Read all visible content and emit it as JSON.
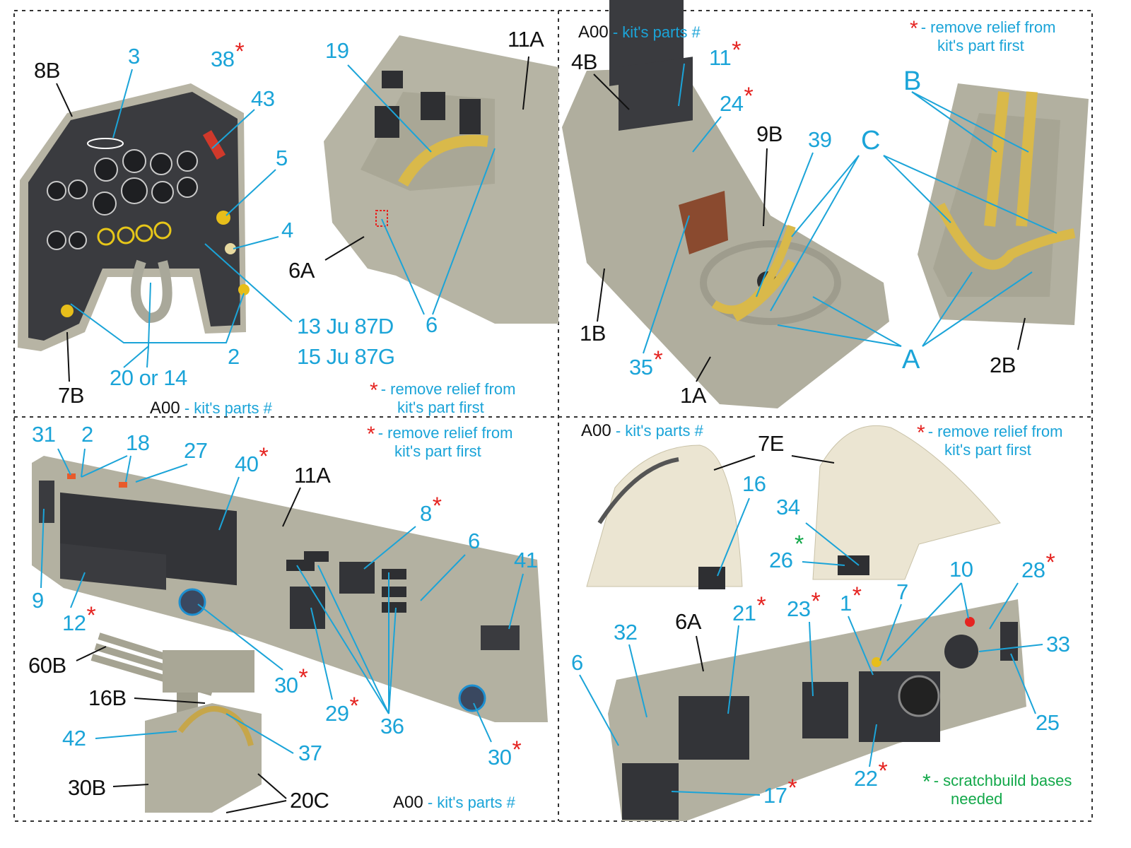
{
  "common": {
    "star": "*",
    "kit_parts_code": "A00",
    "kit_parts_text": " - kit's parts #",
    "remove_relief_1": "- remove relief from",
    "remove_relief_2": "kit's part first",
    "scratchbuild_1": "- scratchbuild bases",
    "scratchbuild_2": "needed"
  },
  "colors": {
    "label_blue": "#1ba4d8",
    "kit_part_black": "#111111",
    "remove_relief_red": "#e52421",
    "scratchbuild_green": "#13a84a"
  },
  "q1": {
    "p8B": "8B",
    "p3": "3",
    "p38": "38",
    "p43": "43",
    "p5": "5",
    "p4": "4",
    "ju87d": "13 Ju 87D",
    "ju87g": "15 Ju 87G",
    "p2": "2",
    "p20or14": "20 or 14",
    "p7B": "7B",
    "p19": "19",
    "p11A": "11A",
    "p6A": "6A",
    "p6": "6"
  },
  "q2": {
    "p4B": "4B",
    "p11": "11",
    "p24": "24",
    "p9B": "9B",
    "p39": "39",
    "C": "C",
    "B": "B",
    "p1B": "1B",
    "p35": "35",
    "p1A": "1A",
    "A": "A",
    "p2B": "2B"
  },
  "q3": {
    "p31": "31",
    "p2": "2",
    "p18": "18",
    "p27": "27",
    "p40": "40",
    "p11A": "11A",
    "p8": "8",
    "p6": "6",
    "p41": "41",
    "p9": "9",
    "p12": "12",
    "p60B": "60B",
    "p16B": "16B",
    "p30a": "30",
    "p29": "29",
    "p36": "36",
    "p42": "42",
    "p37": "37",
    "p30b": "30",
    "p30B": "30B",
    "p20C": "20C"
  },
  "q4": {
    "p7E": "7E",
    "p16": "16",
    "p34": "34",
    "p26": "26",
    "p10": "10",
    "p28": "28",
    "p21": "21",
    "p23": "23",
    "p1": "1",
    "p7": "7",
    "p6A": "6A",
    "p32": "32",
    "p33": "33",
    "p6": "6",
    "p25": "25",
    "p22": "22",
    "p17": "17"
  }
}
